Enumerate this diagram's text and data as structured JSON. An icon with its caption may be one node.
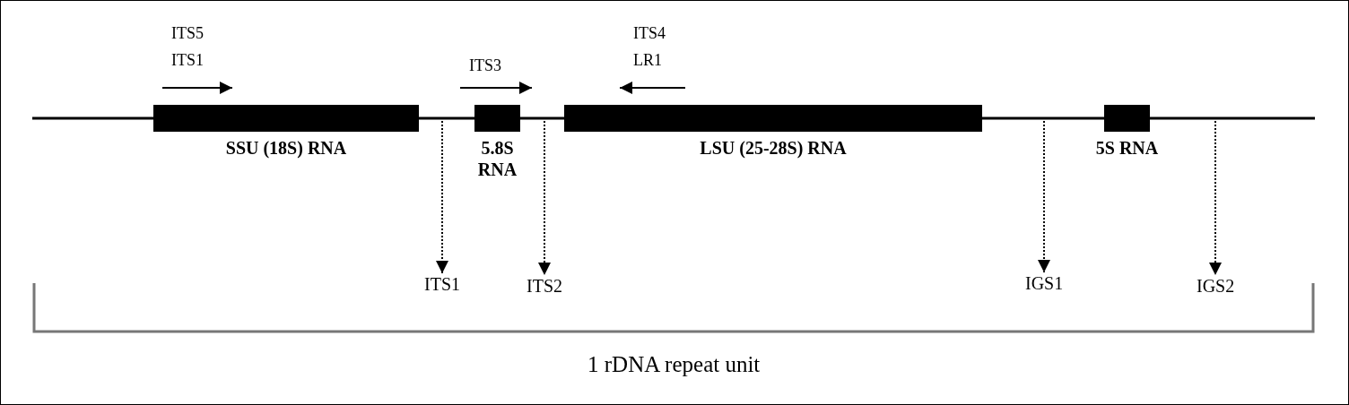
{
  "diagram": {
    "nodes": [
      {
        "text": [
          "SSU (18S) RNA"
        ]
      },
      {
        "text": [
          "5.8S RNA"
        ]
      },
      {
        "text": [
          "LSU (25-28S) RNA"
        ]
      },
      {
        "text": [
          "5S RNA"
        ]
      },
      {
        "text": [
          "ITS1"
        ]
      },
      {
        "text": [
          "ITS2"
        ]
      },
      {
        "text": [
          "IGS1"
        ]
      },
      {
        "text": [
          "IGS2"
        ]
      }
    ],
    "edges": [
      {
        "from": null,
        "to": 4,
        "arrow": "to",
        "style": "dashed"
      },
      {
        "from": null,
        "to": 5,
        "arrow": "to",
        "style": "dashed"
      },
      {
        "from": null,
        "to": 6,
        "arrow": "to",
        "style": "dashed"
      },
      {
        "from": null,
        "to": 7,
        "arrow": "to",
        "style": "dashed"
      }
    ],
    "labels": [
      "ITS5",
      "ITS1",
      "ITS3",
      "ITS4",
      "LR1",
      "1 rDNA repeat unit"
    ]
  }
}
